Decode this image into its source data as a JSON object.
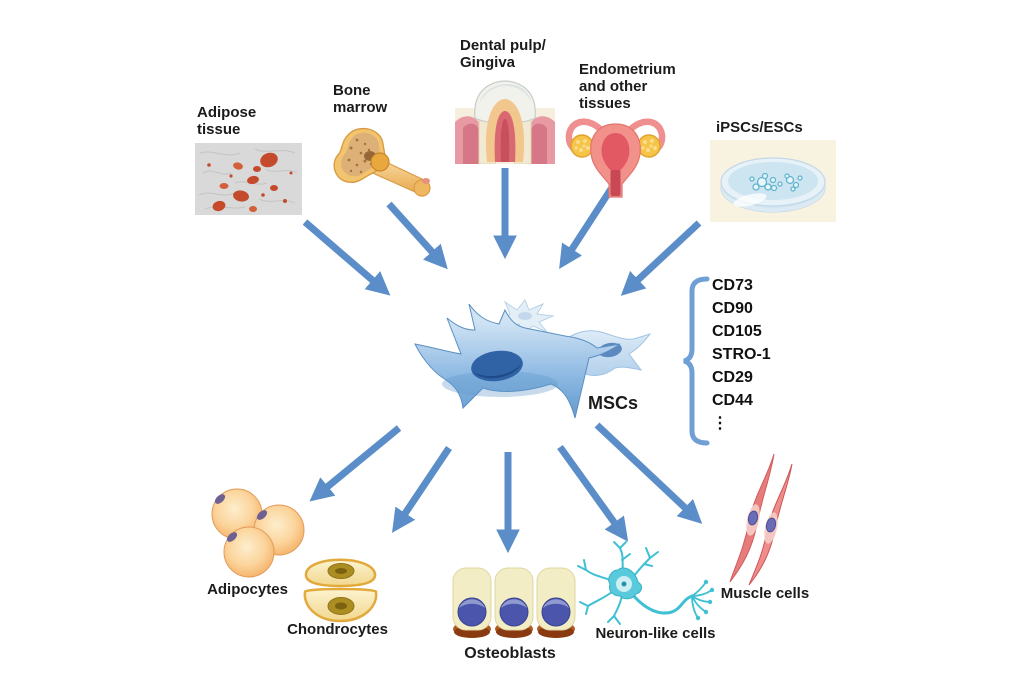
{
  "sources": {
    "adipose": {
      "label": "Adipose\ntissue"
    },
    "bone_marrow": {
      "label": "Bone\nmarrow"
    },
    "dental": {
      "label": "Dental pulp/\nGingiva"
    },
    "endometrium": {
      "label": "Endometrium\nand other\ntissues"
    },
    "ipscs": {
      "label": "iPSCs/ESCs"
    }
  },
  "center": {
    "label": "MSCs"
  },
  "surface_markers": {
    "items": [
      "CD73",
      "CD90",
      "CD105",
      "STRO-1",
      "CD29",
      "CD44",
      "⋮"
    ]
  },
  "derivatives": {
    "adipocytes": {
      "label": "Adipocytes"
    },
    "chondrocytes": {
      "label": "Chondrocytes"
    },
    "osteoblasts": {
      "label": "Osteoblasts"
    },
    "neurons": {
      "label": "Neuron-like cells"
    },
    "muscle": {
      "label": "Muscle cells"
    }
  },
  "colors": {
    "arrow_blue": "#5b8ec8",
    "bracket_blue": "#6f9fd4",
    "msc_cell_blue": "#7fb0dd",
    "neuron_teal": "#3fc0d4",
    "muscle_red": "#e77c7c",
    "label_text": "#1b1b1b"
  }
}
